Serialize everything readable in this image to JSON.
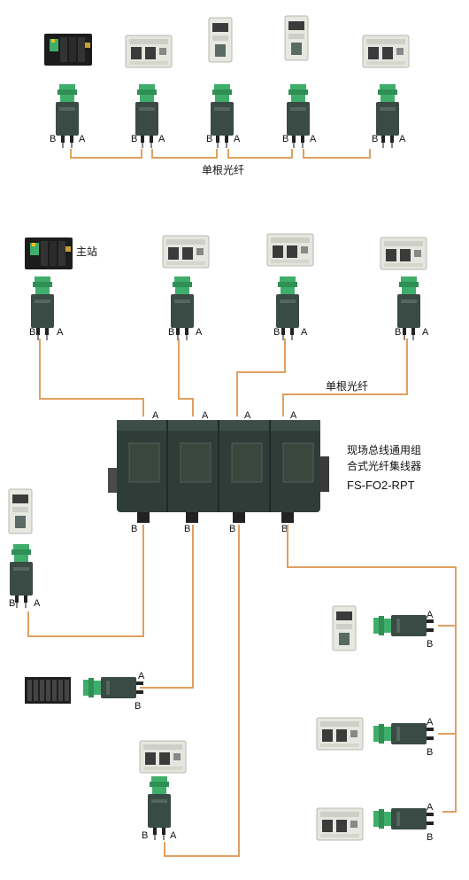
{
  "labels": {
    "single_fiber_top": "单根光纤",
    "single_fiber_mid": "单根光纤",
    "master": "主站",
    "hub_line1": "现场总线通用组",
    "hub_line2": "合式光纤集线器",
    "hub_model": "FS-FO2-RPT"
  },
  "port_letters": {
    "b": "B",
    "a": "A"
  },
  "colors": {
    "fiber": "#e0a060",
    "converter_body": "#3a4a44",
    "connector_green": "#3fae6a",
    "hub_body": "#2f3d38",
    "device_light": "#e6e6e0"
  }
}
